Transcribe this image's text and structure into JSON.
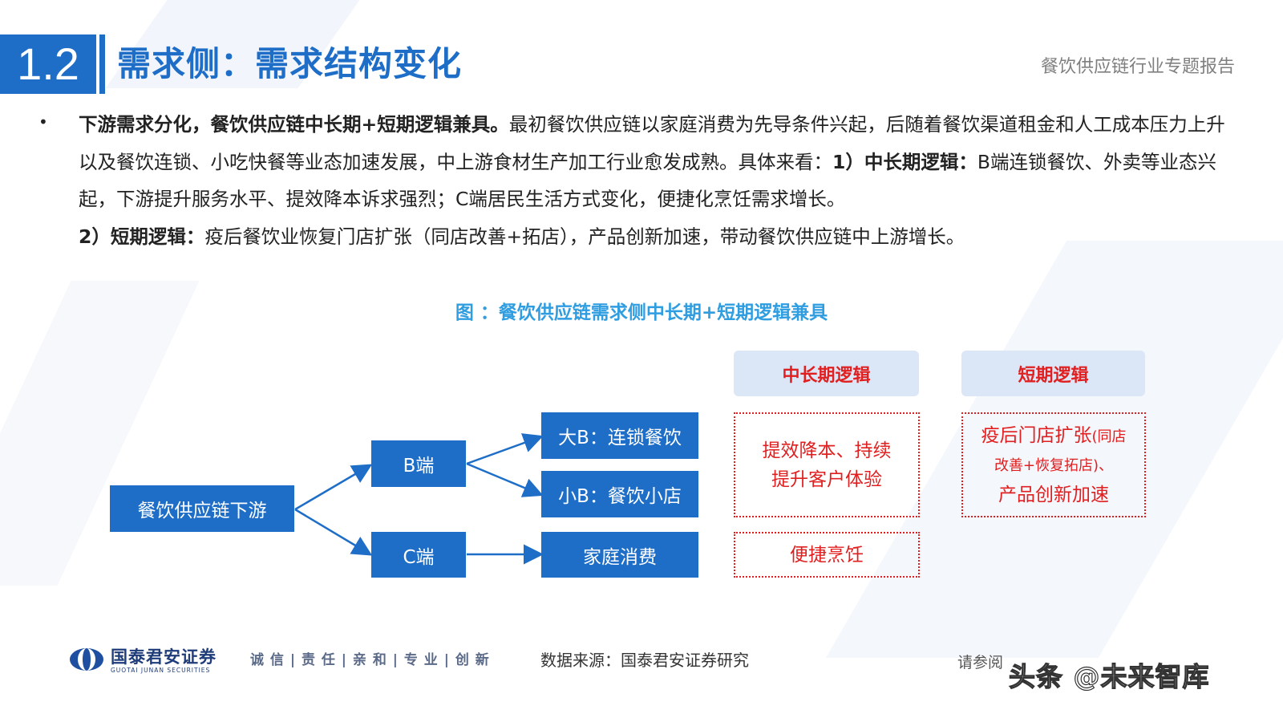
{
  "header": {
    "section_number": "1.2",
    "title": "需求侧：需求结构变化",
    "report_name": "餐饮供应链行业专题报告"
  },
  "body": {
    "bullet": "•",
    "segments": [
      {
        "text": "下游需求分化，餐饮供应链中长期+短期逻辑兼具。",
        "bold": true
      },
      {
        "text": "最初餐饮供应链以家庭消费为先导条件兴起，后随着餐饮渠道租金和人工成本压力上升以及餐饮连锁、小吃快餐等业态加速发展，中上游食材生产加工行业愈发成熟。具体来看：",
        "bold": false
      },
      {
        "text": "1）中长期逻辑：",
        "bold": true
      },
      {
        "text": "B端连锁餐饮、外卖等业态兴起，下游提升服务水平、提效降本诉求强烈；C端居民生活方式变化，便捷化烹饪需求增长。",
        "bold": false
      },
      {
        "text": "2）短期逻辑：",
        "bold": true
      },
      {
        "text": "疫后餐饮业恢复门店扩张（同店改善+拓店），产品创新加速，带动餐饮供应链中上游增长。",
        "bold": false
      }
    ]
  },
  "figure": {
    "title": "图 ：餐饮供应链需求侧中长期+短期逻辑兼具",
    "root": "餐饮供应链下游",
    "b_end": "B端",
    "c_end": "C端",
    "big_b": "大B：连锁餐饮",
    "small_b": "小B：餐饮小店",
    "family": "家庭消费",
    "long_term_header": "中长期逻辑",
    "short_term_header": "短期逻辑",
    "long_term_box1_line1": "提效降本、持续",
    "long_term_box1_line2": "提升客户体验",
    "long_term_box2": "便捷烹饪",
    "short_term_line1": "疫后门店扩张",
    "short_term_line1_small": "(同店",
    "short_term_line2": "改善+恢复拓店)、",
    "short_term_line3": "产品创新加速"
  },
  "footer": {
    "company_cn": "国泰君安证券",
    "company_en": "GUOTAI JUNAN SECURITIES",
    "slogan": "诚 信 | 责 任 | 亲 和 | 专 业 | 创 新",
    "source": "数据来源：国泰君安证券研究",
    "disclaimer": "请参阅",
    "watermark": "头条 @未来智库"
  },
  "colors": {
    "brand_blue": "#1e6ec8",
    "figure_title": "#2f9de0",
    "accent_red": "#e02020",
    "header_box_bg": "#dbe6f6"
  }
}
